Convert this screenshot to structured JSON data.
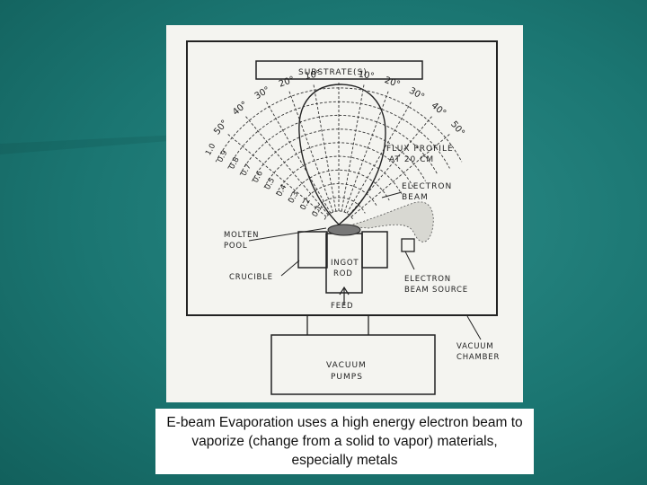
{
  "diagram": {
    "labels": {
      "substrate": "SUBSTRATE(S)",
      "flux_profile_line1": "FLUX PROFILE",
      "flux_profile_line2": "AT 20 CM",
      "electron_beam_line1": "ELECTRON",
      "electron_beam_line2": "BEAM",
      "molten_pool_line1": "MOLTEN",
      "molten_pool_line2": "POOL",
      "crucible": "CRUCIBLE",
      "ingot_rod_line1": "INGOT",
      "ingot_rod_line2": "ROD",
      "feed": "FEED",
      "electron_beam_source_line1": "ELECTRON",
      "electron_beam_source_line2": "BEAM SOURCE",
      "vacuum_chamber_line1": "VACUUM",
      "vacuum_chamber_line2": "CHAMBER",
      "vacuum_pumps_line1": "VACUUM",
      "vacuum_pumps_line2": "PUMPS"
    },
    "angles_left": [
      "10°",
      "20°",
      "30°",
      "40°",
      "50°"
    ],
    "angles_right": [
      "10°",
      "20°",
      "30°",
      "40°",
      "50°"
    ],
    "flux_scale": [
      "1.0",
      "0.9",
      "0.8",
      "0.7",
      "0.6",
      "0.5",
      "0.4",
      "0.3",
      "0.2",
      "0.1"
    ]
  },
  "caption": "E-beam Evaporation uses a high energy electron beam to vaporize (change from a solid to vapor) materials, especially metals"
}
